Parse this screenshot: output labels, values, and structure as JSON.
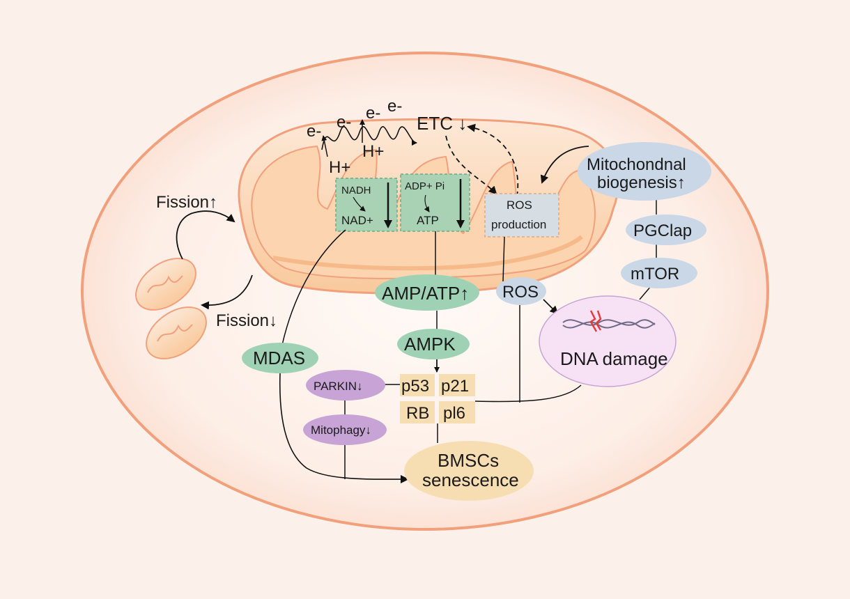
{
  "electron_labels": [
    "e-",
    "e-",
    "e-",
    "e-"
  ],
  "proton_labels": [
    "H+",
    "H+"
  ],
  "etc_label": "ETC ↓",
  "fission_up": "Fission↑",
  "fission_down": "Fission↓",
  "nadh_box": {
    "top": "NADH",
    "bottom": "NAD+"
  },
  "adp_box": {
    "top": "ADP+ Pi",
    "bottom": "ATP"
  },
  "ros_production": [
    "ROS",
    "production"
  ],
  "biogenesis": [
    "Mitochondnal",
    "biogenesis↑"
  ],
  "pgc": "PGClap",
  "mtor": "mTOR",
  "ros": "ROS",
  "amp_atp": "AMP/ATP↑",
  "ampk": "AMPK",
  "dna_damage": "DNA damage",
  "mdas": "MDAS",
  "parkin": "PARKIN↓",
  "mitophagy": "Mitophagy↓",
  "cell_cycle": {
    "p53": "p53",
    "p21": "p21",
    "rb": "RB",
    "p16": "pl6"
  },
  "senescence": [
    "BMSCs",
    "senescence"
  ],
  "colors": {
    "green_node": "#9fd2b4",
    "purple_node": "#c7a3d6",
    "blue_node": "#c8d6e5",
    "tan_node": "#f7ddb2",
    "cell_border": "#f2a07b",
    "mito_fill": "#fbd8b4"
  }
}
